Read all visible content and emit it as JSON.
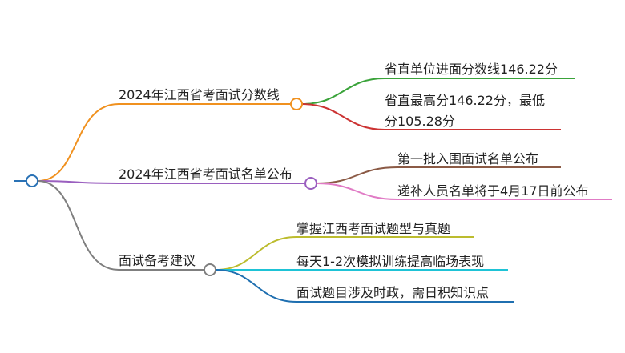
{
  "mindmap": {
    "root": {
      "color": "#2a72b5"
    },
    "branches": [
      {
        "label": "2024年江西省考面试分数线",
        "color": "#f0911f",
        "children": [
          {
            "label": "省直单位进面分数线146.22分",
            "color": "#3aa33a"
          },
          {
            "label": "省直最高分146.22分，最低分105.28分",
            "color": "#cc3333"
          }
        ]
      },
      {
        "label": "2024年江西省考面试名单公布",
        "color": "#9a5fbf",
        "children": [
          {
            "label": "第一批入围面试名单公布",
            "color": "#8b5a45"
          },
          {
            "label": "递补人员名单将于4月17日前公布",
            "color": "#e07bc5"
          }
        ]
      },
      {
        "label": "面试备考建议",
        "color": "#7f7f7f",
        "children": [
          {
            "label": "掌握江西考面试题型与真题",
            "color": "#bcbc2e"
          },
          {
            "label": "每天1-2次模拟训练提高临场表现",
            "color": "#1ec3d6"
          },
          {
            "label": "面试题目涉及时政，需日积知识点",
            "color": "#1f6fb0"
          }
        ]
      }
    ]
  }
}
